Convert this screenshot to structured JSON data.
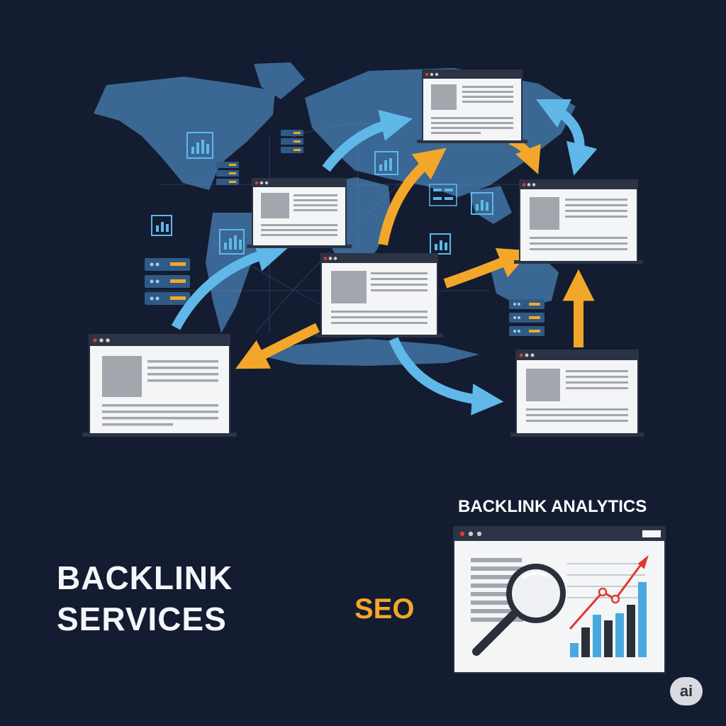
{
  "title": {
    "line1": "BACKLINK",
    "line2": "SERVICES"
  },
  "seo_label": "SEO",
  "analytics_label": "BACKLINK ANALYTICS",
  "badge_label": "ai",
  "colors": {
    "background": "#131c31",
    "map": "#3d6c99",
    "arrow_blue": "#5fb8e8",
    "arrow_orange": "#f2a72a",
    "window_frame": "#2b3344",
    "placeholder": "#a3a6ad",
    "chart_red": "#e03a2c",
    "chart_blue": "#4aa8e0",
    "chart_dark": "#2a2f3a"
  },
  "icons": [
    "browser-window-icon",
    "server-rack-icon",
    "bar-chart-icon",
    "magnifier-icon",
    "curved-arrow-icon"
  ]
}
